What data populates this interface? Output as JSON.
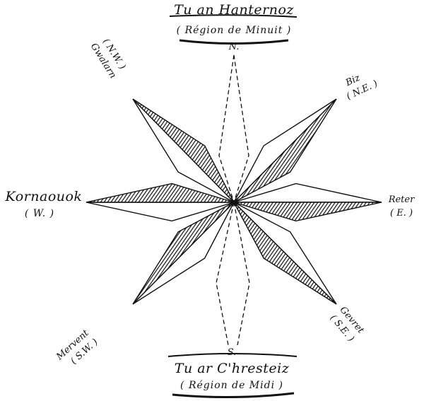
{
  "compass": {
    "north": {
      "title": "Tu an Hanternoz",
      "region": "( Région de Minuit )",
      "letter": "N."
    },
    "south": {
      "title": "Tu ar C'hresteiz",
      "region": "( Région de Midi )",
      "letter": "S."
    },
    "east": {
      "name": "Reter",
      "abbr": "( E. )"
    },
    "west": {
      "name": "Kornaouok",
      "abbr": "( W. )"
    },
    "northeast": {
      "name": "Biz",
      "abbr": "( N.E. )"
    },
    "northwest": {
      "name": "Gwalarn",
      "abbr": "( N.W. )"
    },
    "southeast": {
      "name": "Gevret",
      "abbr": "( S.E. )"
    },
    "southwest": {
      "name": "Mervent",
      "abbr": "( S.W. )"
    }
  },
  "colors": {
    "ink": "#111111",
    "paper": "#ffffff"
  }
}
